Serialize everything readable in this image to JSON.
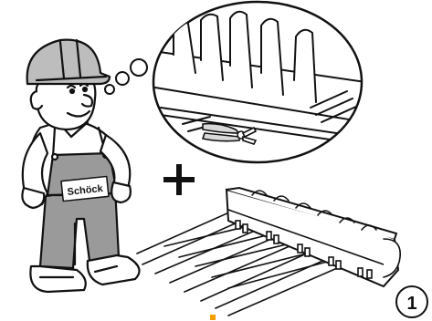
{
  "worker": {
    "logo_text": "Schöck"
  },
  "plus_sign": "+",
  "step": {
    "number": "1"
  },
  "colors": {
    "ink": "#111111",
    "helmet_gray": "#bdbdbd",
    "overall_gray": "#9a9a9a",
    "skin": "#ffffff",
    "detail_bubble_fill": "#d9d9d9",
    "marker_accent": "#f5a000"
  },
  "icons": [
    "worker-figure",
    "thought-bubble",
    "pliers-icon",
    "plus-icon",
    "rebar-module-icon",
    "step-circle"
  ]
}
